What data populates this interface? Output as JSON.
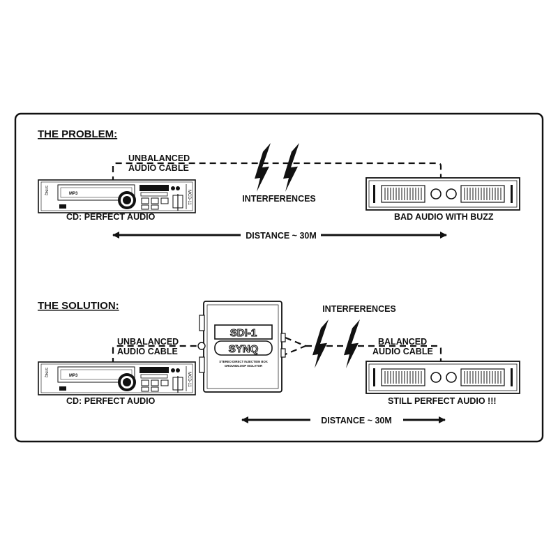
{
  "problem": {
    "heading": "THE PROBLEM:",
    "cable_line1": "UNBALANCED",
    "cable_line2": "AUDIO CABLE",
    "interferences": "INTERFERENCES",
    "cd_caption": "CD: PERFECT AUDIO",
    "amp_caption": "BAD AUDIO WITH BUZZ",
    "distance": "DISTANCE ~ 30M"
  },
  "solution": {
    "heading": "THE SOLUTION:",
    "cable_line1": "UNBALANCED",
    "cable_line2": "AUDIO CABLE",
    "balanced_line1": "BALANCED",
    "balanced_line2": "AUDIO CABLE",
    "interferences": "INTERFERENCES",
    "cd_caption": "CD: PERFECT AUDIO",
    "amp_caption": "STILL PERFECT AUDIO !!!",
    "distance": "DISTANCE ~ 30M"
  },
  "cd_player": {
    "brand": "SYNQ",
    "display_text": "MP3",
    "model": "MCD-11"
  },
  "di_box": {
    "model": "SDI-1",
    "brand": "SYNQ",
    "desc_line1": "STEREO DIRECT INJECTION BOX",
    "desc_line2": "GROUNDLOOP ISOLATOR"
  }
}
